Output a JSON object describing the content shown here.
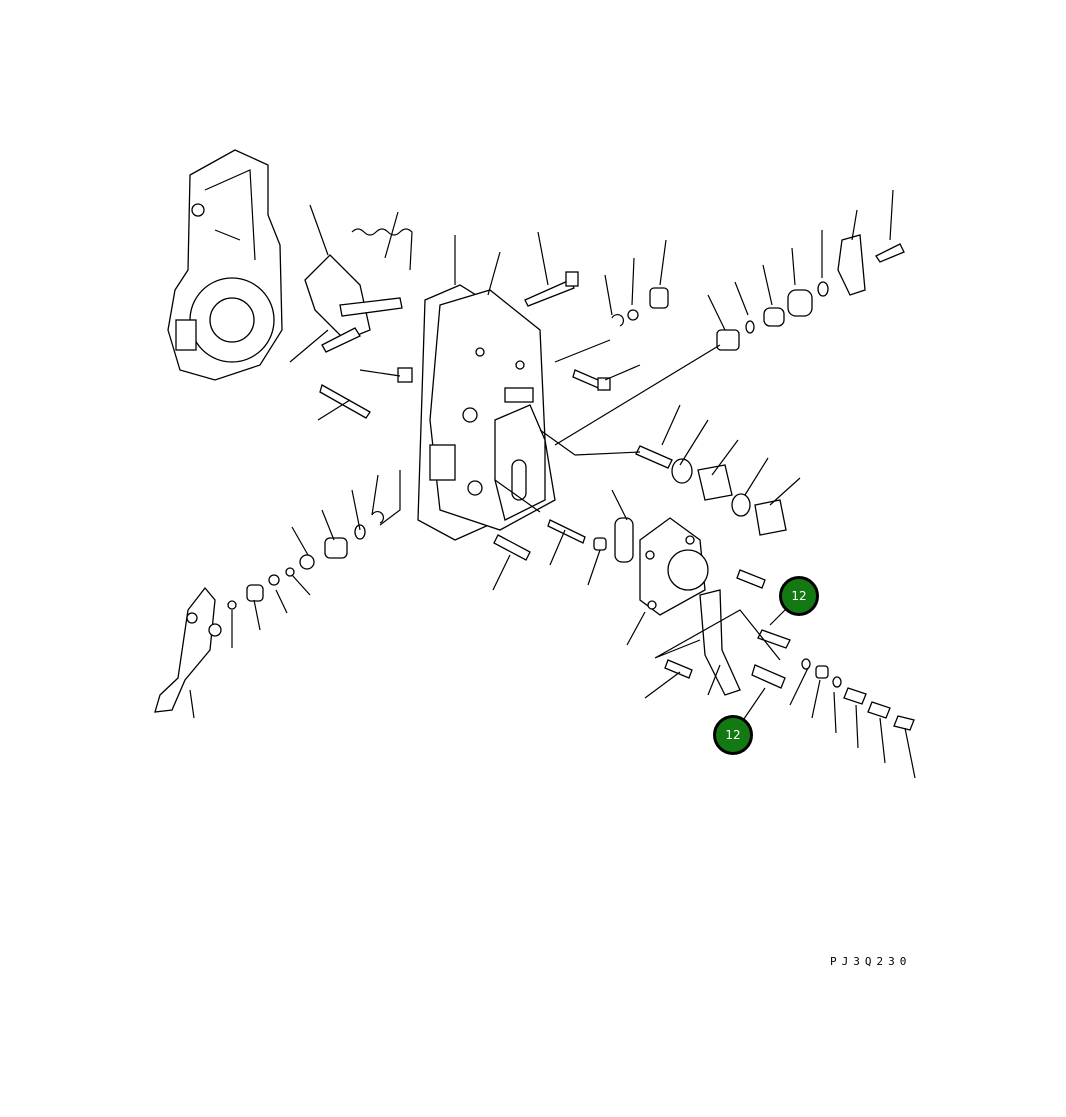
{
  "diagram": {
    "drawing_code": "PJ3Q230",
    "callouts": [
      {
        "label": "12",
        "target": "bolt-upper-right"
      },
      {
        "label": "12",
        "target": "bolt-lower"
      }
    ],
    "colors": {
      "callout_fill": "#137a13",
      "callout_border": "#000000",
      "line": "#000000"
    }
  }
}
